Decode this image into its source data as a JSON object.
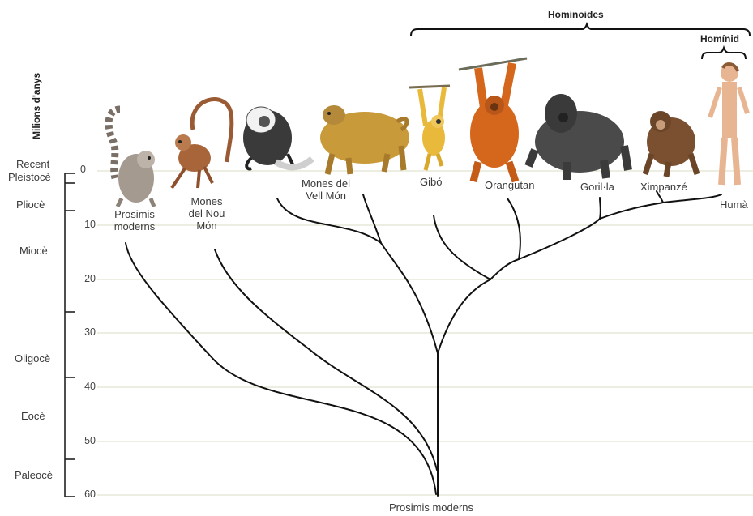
{
  "diagram": {
    "axis_label": "Milions d'anys",
    "ticks": [
      "0",
      "10",
      "20",
      "30",
      "40",
      "50",
      "60"
    ],
    "epochs": [
      "Recent",
      "Pleistocè",
      "Pliocè",
      "Miocè",
      "Oligocè",
      "Eocè",
      "Paleocè"
    ],
    "groups": {
      "hominoides": "Hominoides",
      "hominid": "Homínid"
    },
    "taxa": {
      "prosimis": [
        "Prosimis",
        "moderns"
      ],
      "mones_nou": [
        "Mones",
        "del Nou",
        "Món"
      ],
      "mones_vell": [
        "Mones del",
        "Vell Món"
      ],
      "gibo": "Gibó",
      "orangutan": "Orangutan",
      "gorila": "Goril·la",
      "ximpanze": "Ximpanzé",
      "huma": "Humà"
    },
    "root_label": "Prosimis moderns",
    "colors": {
      "gridline": "#d8dcc4",
      "branch": "#111111",
      "lemur": "#a59a90",
      "new_world_monkey": "#9a5a34",
      "colobus": "#3a3a3a",
      "baboon": "#c99a3a",
      "gibbon": "#e9b93c",
      "orangutan": "#d5671c",
      "gorilla": "#4a4a4a",
      "chimpanzee": "#7a5030",
      "human": "#e8b592"
    }
  }
}
